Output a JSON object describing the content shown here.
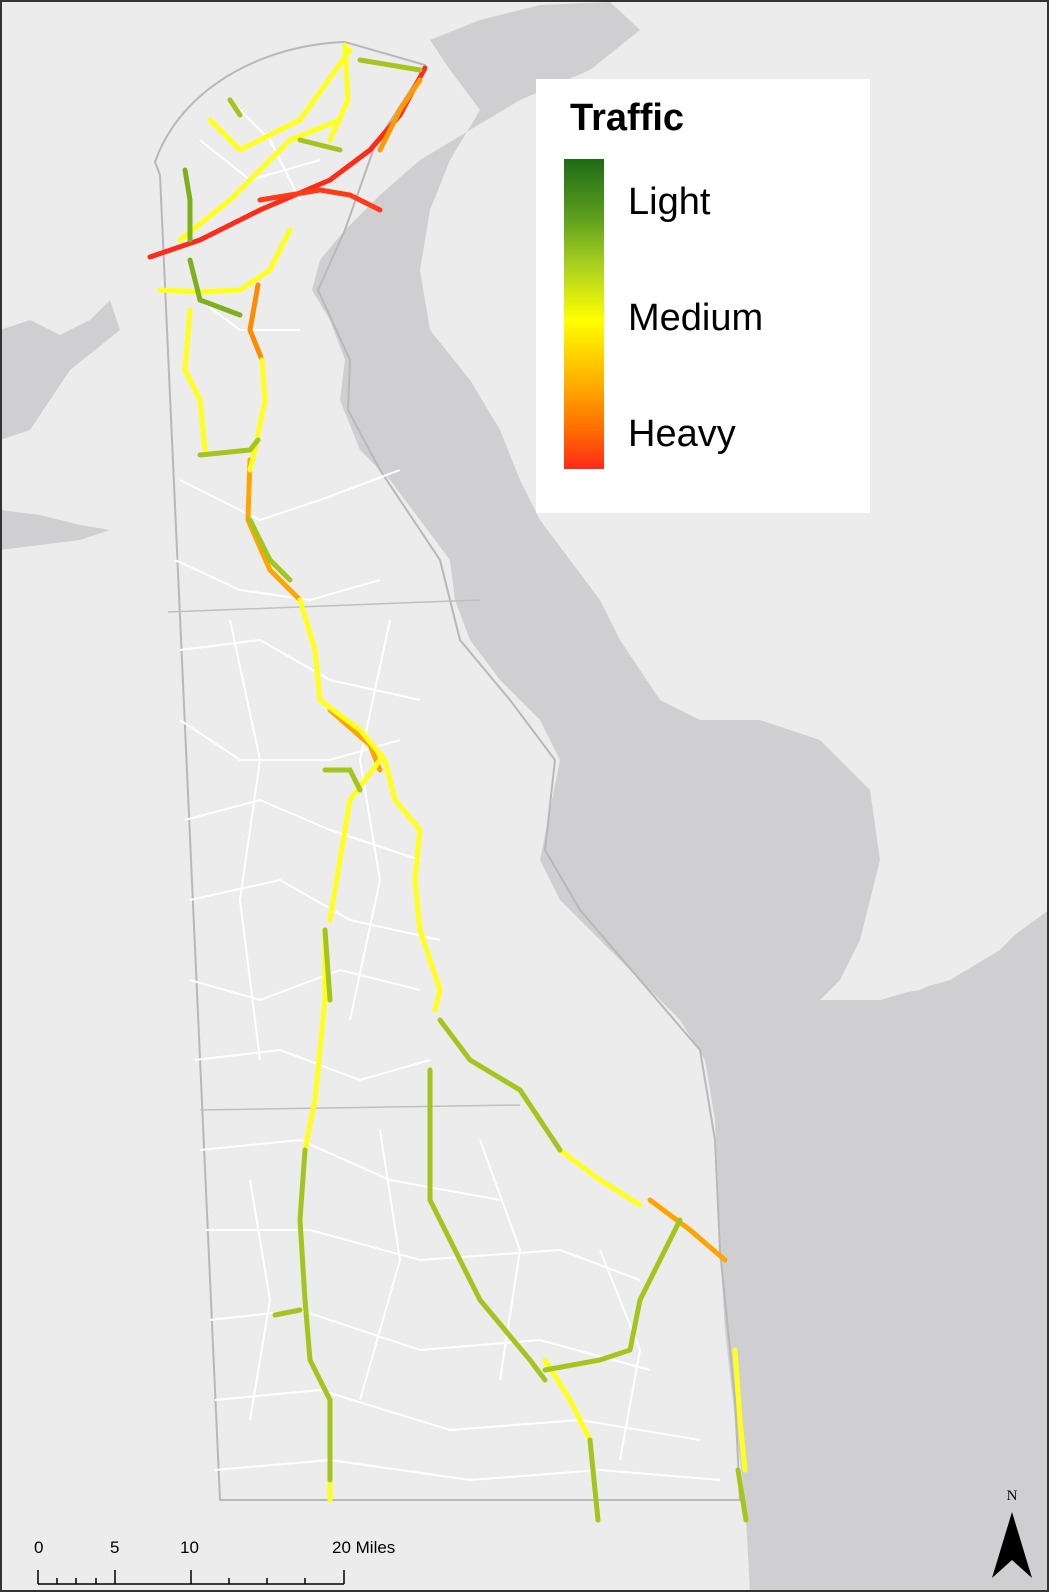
{
  "legend": {
    "title": "Traffic",
    "labels": [
      "Light",
      "Medium",
      "Heavy"
    ],
    "colors": {
      "light": "#5a9c1e",
      "light_medium": "#a8c81e",
      "medium": "#ffff1e",
      "medium_heavy": "#ffa500",
      "heavy": "#ff2a1a"
    }
  },
  "scalebar": {
    "ticks": [
      "0",
      "5",
      "10",
      "20 Miles"
    ]
  },
  "north_arrow": {
    "letter": "N",
    "icon": "north-arrow-icon"
  },
  "map_colors": {
    "land": "#ececec",
    "water": "#cfcfd1",
    "border": "#b0b0b0",
    "roads": "#ffffff"
  }
}
